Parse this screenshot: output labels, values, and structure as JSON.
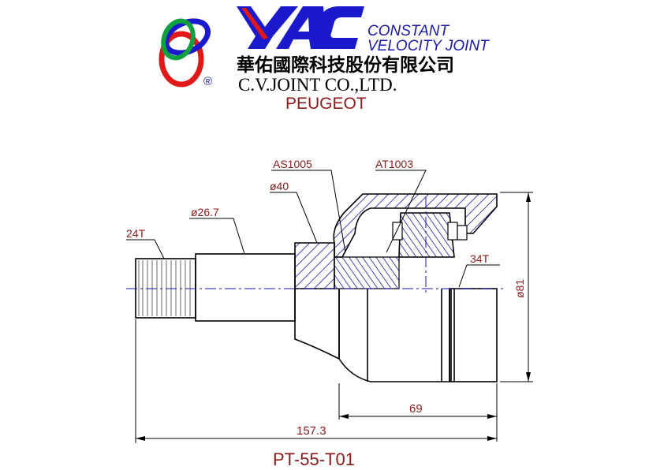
{
  "header": {
    "brand_tagline_line1": "CONSTANT",
    "brand_tagline_line2": "VELOCITY JOINT",
    "company_chinese": "華佑國際科技股份有限公司",
    "company_english": "C.V.JOINT CO.,LTD.",
    "registered_mark": "®",
    "vehicle_make": "PEUGEOT"
  },
  "callouts": {
    "outer_spline": "24T",
    "shaft_diameter": "ø26.7",
    "flange_diameter": "ø40",
    "part_as": "AS1005",
    "part_at": "AT1003",
    "inner_spline": "34T",
    "housing_diameter": "ø81"
  },
  "dimensions": {
    "housing_length": "69",
    "overall_length": "157.3"
  },
  "footer": {
    "part_number": "PT-55-T01"
  },
  "colors": {
    "outline": "#000000",
    "hatch": "#1a1aa8",
    "dimension": "#8b1a1a",
    "centerline": "#1a1aa8"
  }
}
